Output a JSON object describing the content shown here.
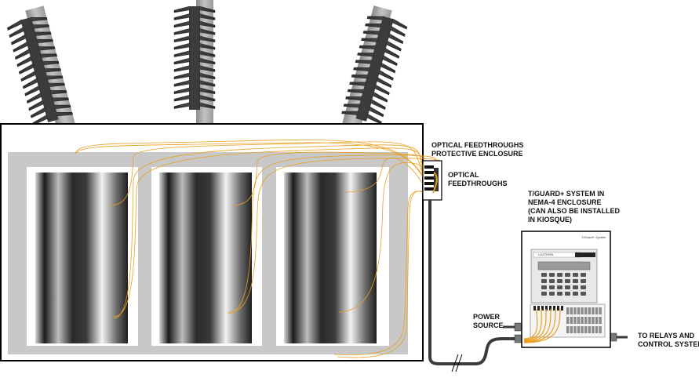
{
  "labels": {
    "enclosure": [
      "OPTICAL FEEDTHROUGHS",
      "PROTECTIVE ENCLOSURE"
    ],
    "feedthroughs": [
      "OPTICAL",
      "FEEDTHROUGHS"
    ],
    "system": [
      "T/GUARD+ SYSTEM IN",
      "NEMA-4 ENCLOSURE",
      "(CAN ALSO BE INSTALLED",
      "IN KIOSQUE)"
    ],
    "power": [
      "POWER",
      "SOURCE"
    ],
    "relays": [
      "TO RELAYS AND",
      "CONTROL SYSTEM"
    ]
  },
  "device": {
    "brand": "T/Guard+ System",
    "panel_text": "LUXTRON"
  },
  "colors": {
    "fiber": "#e8a020",
    "tank_outline": "#000000",
    "core_gray": "#c8c8c8",
    "bushing": "#3c3c3c",
    "cable": "#3a3a3a"
  }
}
